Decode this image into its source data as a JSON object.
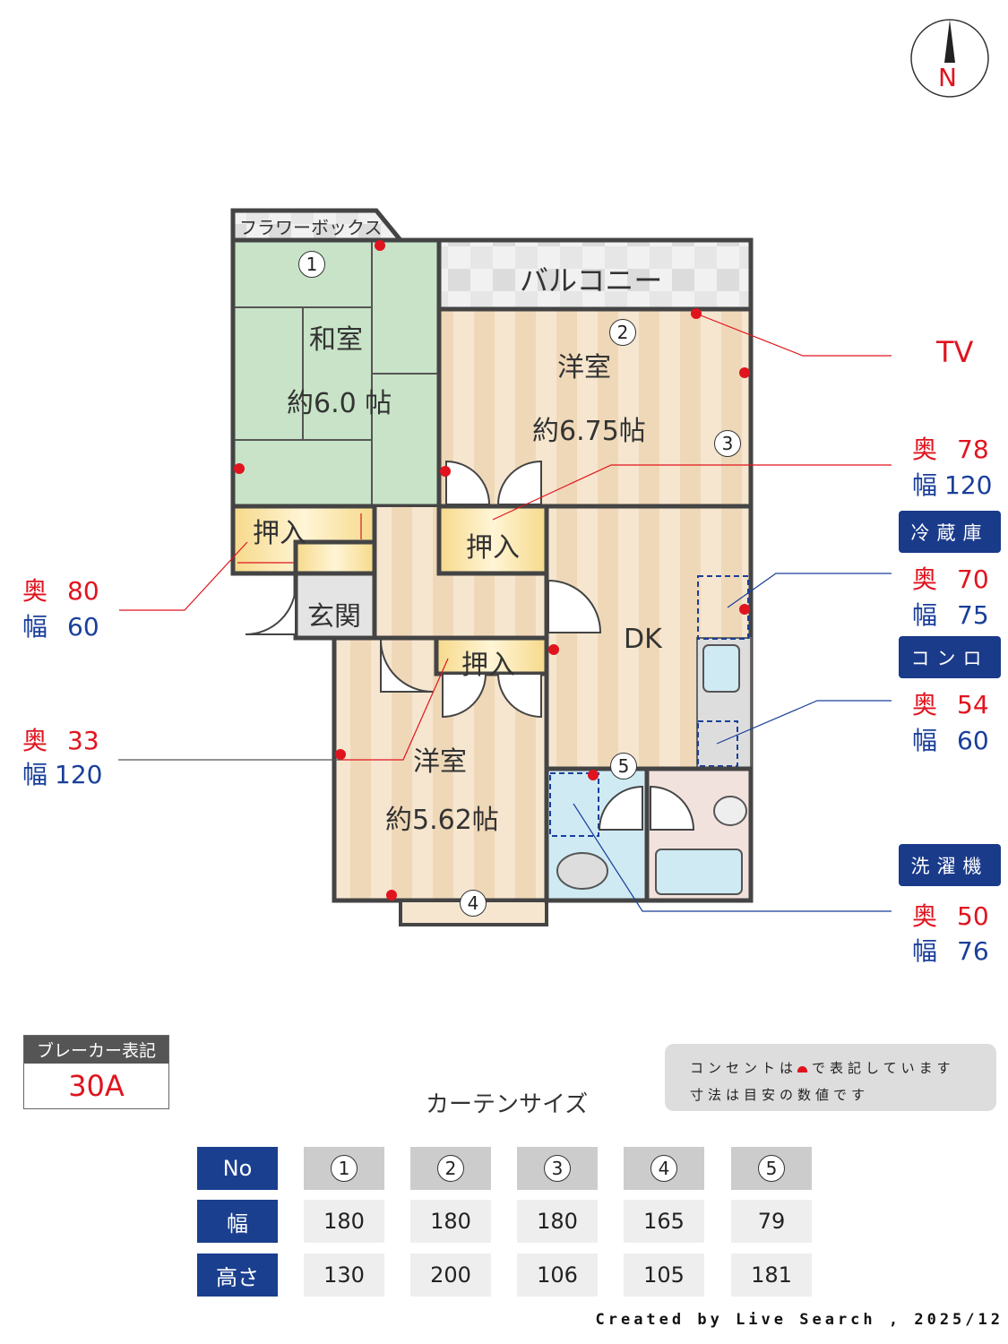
{
  "compass": {
    "label": "N"
  },
  "rooms": {
    "flower_box": "フラワーボックス",
    "balcony": "バルコニー",
    "washitsu": {
      "name": "和室",
      "size": "約6.0 帖"
    },
    "yoshitsu1": {
      "name": "洋室",
      "size": "約6.75帖"
    },
    "yoshitsu2": {
      "name": "洋室",
      "size": "約5.62帖"
    },
    "oshiire": "押入",
    "genkan": "玄関",
    "dk": "DK"
  },
  "windows": [
    "1",
    "2",
    "3",
    "4",
    "5"
  ],
  "annotations": {
    "tv": "TV",
    "depth_label": "奥",
    "width_label": "幅",
    "right": [
      {
        "badge": "",
        "depth": "78",
        "width": "120"
      },
      {
        "badge": "冷蔵庫",
        "depth": "70",
        "width": "75"
      },
      {
        "badge": "コンロ",
        "depth": "54",
        "width": "60"
      },
      {
        "badge": "洗濯機",
        "depth": "50",
        "width": "76"
      }
    ],
    "left": [
      {
        "depth": "80",
        "width": "60"
      },
      {
        "depth": "33",
        "width": "120"
      }
    ]
  },
  "breaker": {
    "title": "ブレーカー表記",
    "value": "30A"
  },
  "notes": {
    "line1a": "コンセントは",
    "line1b": "で表記しています",
    "line2": "寸法は目安の数値です"
  },
  "curtain": {
    "title": "カーテンサイズ",
    "row_headers": [
      "No",
      "幅",
      "高さ"
    ],
    "numbers": [
      "1",
      "2",
      "3",
      "4",
      "5"
    ],
    "widths": [
      "180",
      "180",
      "180",
      "165",
      "79"
    ],
    "heights": [
      "130",
      "200",
      "106",
      "105",
      "181"
    ]
  },
  "footer": "Created by Live Search , 2025/12",
  "colors": {
    "outlet": "#e0141e",
    "badge": "#1a3a8a",
    "tatami": "#c8e3c7"
  }
}
